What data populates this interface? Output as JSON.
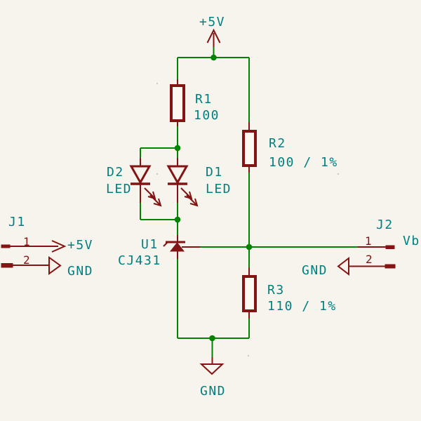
{
  "app": {
    "view": "schematic-canvas",
    "background": "#f6f4ec"
  },
  "colors": {
    "wire": "#008400",
    "symbol_outline": "#841414",
    "label_text": "#008080",
    "pin_number_text": "#841414",
    "junction_dot": "#008400"
  },
  "power_symbols": {
    "vcc": {
      "label": "+5V"
    },
    "gnd": {
      "label": "GND"
    }
  },
  "components": {
    "r1": {
      "ref": "R1",
      "value": "100"
    },
    "r2": {
      "ref": "R2",
      "value": "100 / 1%"
    },
    "r3": {
      "ref": "R3",
      "value": "110 / 1%"
    },
    "d1": {
      "ref": "D1",
      "value": "LED"
    },
    "d2": {
      "ref": "D2",
      "value": "LED"
    },
    "u1": {
      "ref": "U1",
      "value": "CJ431"
    }
  },
  "connectors": {
    "j1": {
      "ref": "J1",
      "pin1": {
        "number": "1",
        "net": "+5V"
      },
      "pin2": {
        "number": "2",
        "net": "GND"
      }
    },
    "j2": {
      "ref": "J2",
      "pin1": {
        "number": "1",
        "net": "Vb"
      },
      "pin2": {
        "number": "2",
        "net": "GND"
      }
    }
  }
}
